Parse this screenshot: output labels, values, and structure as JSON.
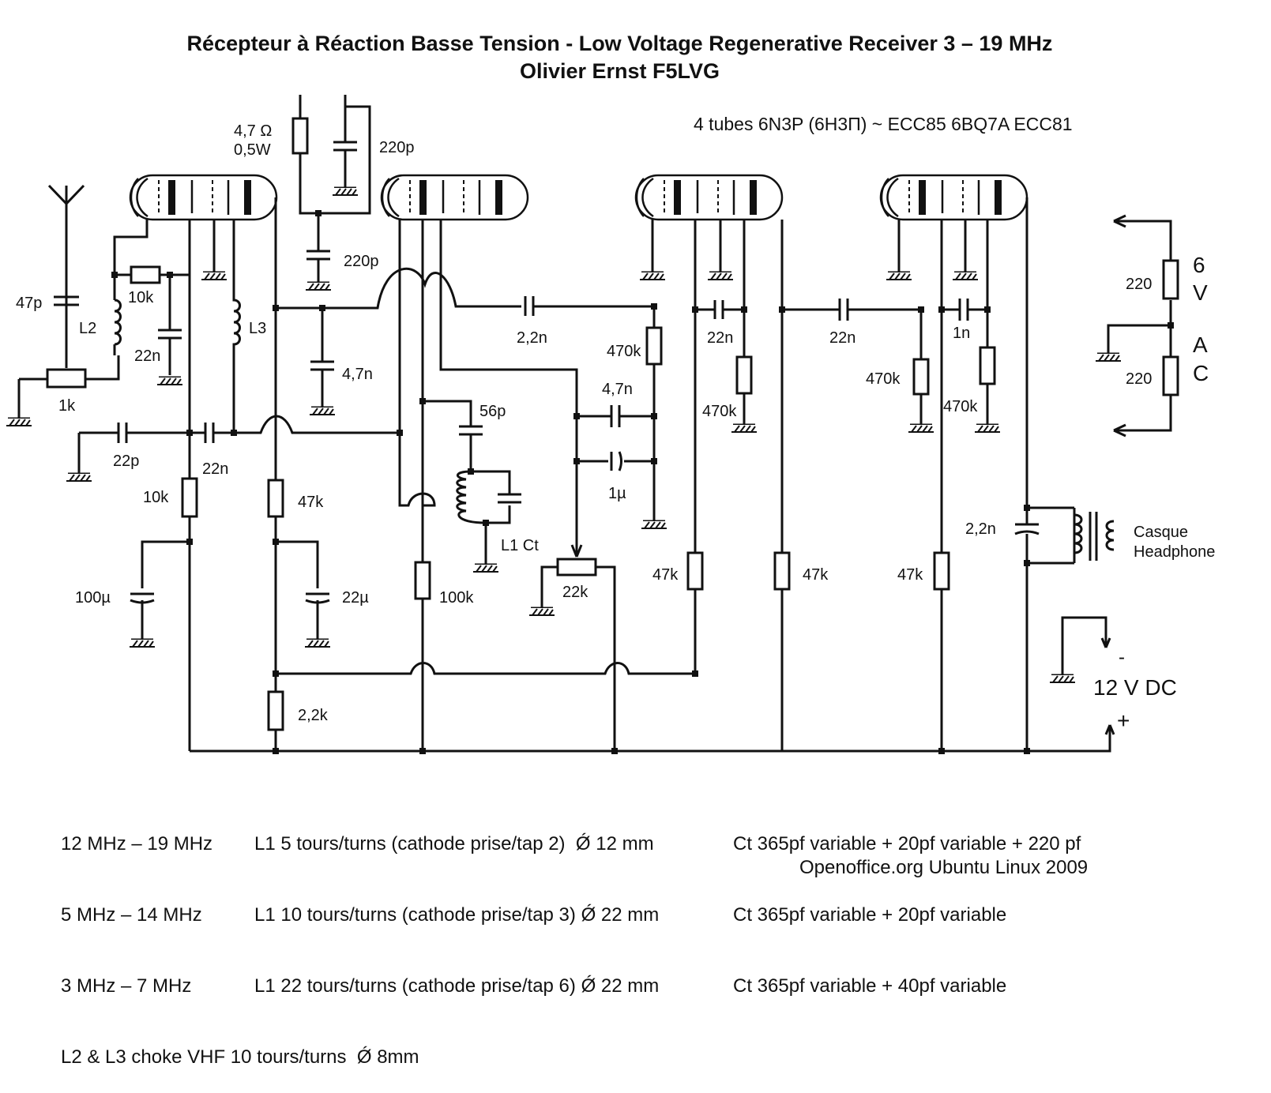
{
  "title": {
    "line1": "Récepteur à Réaction Basse Tension - Low Voltage Regenerative Receiver  3 – 19 MHz",
    "line2": "Olivier Ernst F5LVG"
  },
  "tubes_note": "4 tubes 6N3P (6Н3П)  ~ ECC85 6BQ7A ECC81",
  "labels": {
    "r_47": "4,7 Ω",
    "r_47b": "0,5W",
    "c_220p_top": "220p",
    "c_220p_mid": "220p",
    "c_47p": "47p",
    "r_10k_top": "10k",
    "l2": "L2",
    "c_22n_l2": "22n",
    "l3": "L3",
    "pot_1k": "1k",
    "c_47n": "4,7n",
    "c_22p": "22p",
    "c_22n_grid": "22n",
    "r_10k_low": "10k",
    "r_47k_det": "47k",
    "c_56p": "56p",
    "l1ct": "L1 Ct",
    "c_100u": "100µ",
    "c_22u": "22µ",
    "r_100k": "100k",
    "r_22k": "22k",
    "r_22k_pot": "22k",
    "r_2_2k": "2,2k",
    "c_2_2n_a": "2,2n",
    "r_470k_a": "470k",
    "c_47n_b": "4,7n",
    "c_1u": "1µ",
    "c_22n_b": "22n",
    "r_470k_b": "470k",
    "r_47k_b": "47k",
    "c_22n_c": "22n",
    "r_47k_c": "47k",
    "r_470k_c": "470k",
    "c_1n": "1n",
    "r_470k_d": "470k",
    "r_47k_d": "47k",
    "c_2_2n_b": "2,2n",
    "casque": "Casque",
    "headphone": "Headphone",
    "r_220_a": "220",
    "r_220_b": "220",
    "ac_6": "6",
    "ac_v": "V",
    "ac_a": "A",
    "ac_c": "C",
    "dc_minus": "-",
    "dc_12v": "12 V DC",
    "dc_plus": "+"
  },
  "notes": {
    "col1": [
      "12 MHz – 19 MHz",
      "5 MHz – 14 MHz",
      "3 MHz – 7 MHz"
    ],
    "col2": [
      "L1 5 tours/turns (cathode prise/tap 2)  Ǿ 12 mm",
      "L1 10 tours/turns (cathode prise/tap 3) Ǿ 22 mm",
      "L1 22 tours/turns (cathode prise/tap 6) Ǿ 22 mm"
    ],
    "col3": [
      "Ct 365pf variable + 20pf variable + 220 pf",
      "Ct 365pf variable + 20pf variable",
      "Ct 365pf variable + 40pf variable"
    ],
    "choke": "L2 & L3 choke VHF 10 tours/turns  Ǿ 8mm",
    "credit": "Openoffice.org Ubuntu Linux 2009"
  }
}
